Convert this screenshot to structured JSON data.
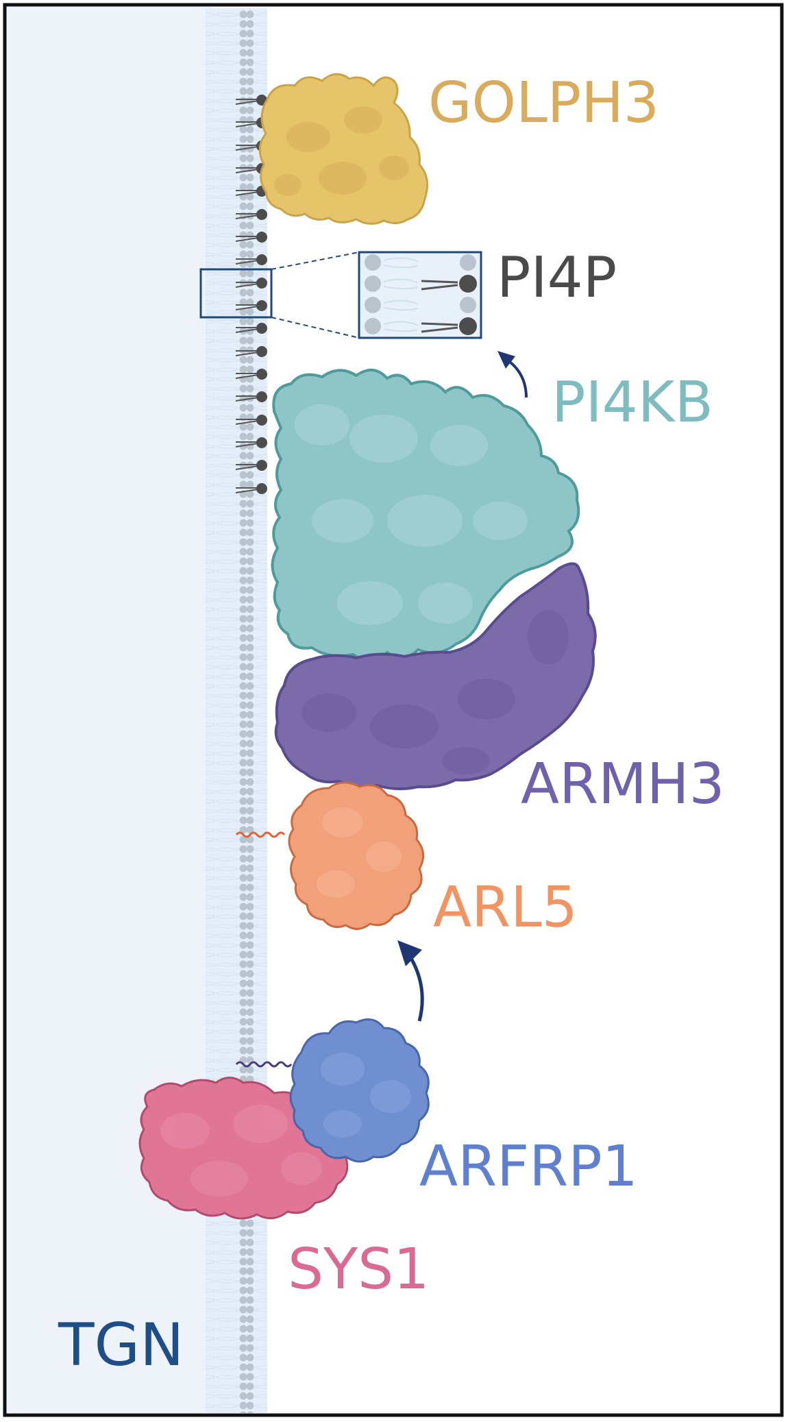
{
  "labels": {
    "golph3": "GOLPH3",
    "pi4p": "PI4P",
    "pi4kb": "PI4KB",
    "armh3": "ARMH3",
    "arl5": "ARL5",
    "arfrp1": "ARFRP1",
    "sys1": "SYS1",
    "tgn": "TGN"
  },
  "colors": {
    "lumen_background": "#eef3fa",
    "membrane_head": "#b9c4cf",
    "pi4p_head": "#4d4d4d",
    "golph3": "#e6c46a",
    "pi4kb": "#8ec6c8",
    "armh3": "#7b6bab",
    "arl5": "#f2a07a",
    "arfrp1": "#6f8fd1",
    "sys1": "#e07596",
    "arrow": "#1e3773",
    "tgn_text": "#1d4f86",
    "pi4p_text": "#4a4a4a"
  }
}
